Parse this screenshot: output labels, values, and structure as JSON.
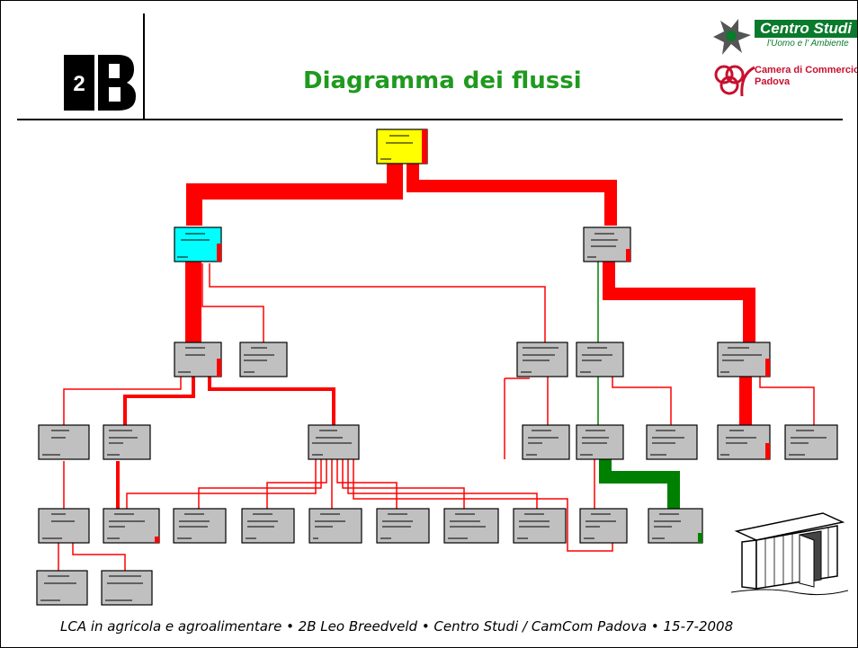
{
  "logo": {
    "text_2": "2",
    "text_b": "B"
  },
  "header": {
    "title": "Diagramma dei flussi",
    "centro_studi": "Centro Studi",
    "centro_studi_sub": "l'Uomo e l' Ambiente",
    "camera_line1": "Camera di Commercio",
    "camera_line2": "Padova"
  },
  "colors": {
    "red_flow": "#ff0000",
    "green_flow": "#008000",
    "root_node": "#ffff00",
    "cyan_node": "#00ffff",
    "node_gray": "#c0c0c0",
    "title_green": "#1f9a1f"
  },
  "footer": {
    "text": "LCA in agricola e agroalimentare • 2B Leo Breedveld • Centro Studi / CamCom Padova • 15-7-2008"
  },
  "illustration": "shed-icon"
}
